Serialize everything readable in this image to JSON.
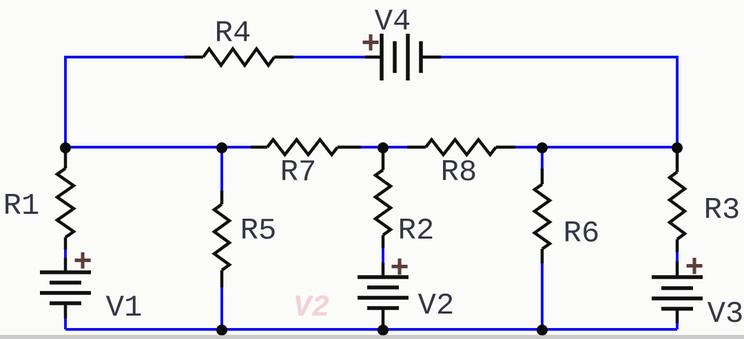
{
  "diagram": {
    "type": "circuit-schematic",
    "description": "Resistive network with four DC voltage sources, three horizontal rails and five vertical branches",
    "junction_dot_count": 8
  },
  "colors": {
    "bg": "#fbfbfa",
    "wire": "#1212ef",
    "component": "#101010",
    "junction": "#0a0a0a",
    "label": "#343643",
    "plus": "#5c3e3a",
    "watermark": "#eba9bd",
    "shadow": "#9a9a9a"
  },
  "labels": {
    "r1": "R1",
    "r2": "R2",
    "r3": "R3",
    "r4": "R4",
    "r5": "R5",
    "r6": "R6",
    "r7": "R7",
    "r8": "R8",
    "v1": "V1",
    "v2": "V2",
    "v3": "V3",
    "v4": "V4",
    "plus": "+",
    "watermark": "V2"
  },
  "components": {
    "resistors": [
      {
        "id": "R1",
        "label": "R1",
        "orientation": "vertical",
        "location": "left branch, in series with V1"
      },
      {
        "id": "R2",
        "label": "R2",
        "orientation": "vertical",
        "location": "center branch, in series with V2"
      },
      {
        "id": "R3",
        "label": "R3",
        "orientation": "vertical",
        "location": "right branch, in series with V3"
      },
      {
        "id": "R4",
        "label": "R4",
        "orientation": "horizontal",
        "location": "top rail, in series with V4"
      },
      {
        "id": "R5",
        "label": "R5",
        "orientation": "vertical",
        "location": "second branch"
      },
      {
        "id": "R6",
        "label": "R6",
        "orientation": "vertical",
        "location": "fourth branch"
      },
      {
        "id": "R7",
        "label": "R7",
        "orientation": "horizontal",
        "location": "middle rail between branch 2 and 3"
      },
      {
        "id": "R8",
        "label": "R8",
        "orientation": "horizontal",
        "location": "middle rail between branch 3 and 4"
      }
    ],
    "voltage_sources": [
      {
        "id": "V1",
        "label": "V1",
        "orientation": "vertical",
        "polarity_mark": "+",
        "location": "left branch bottom"
      },
      {
        "id": "V2",
        "label": "V2",
        "orientation": "vertical",
        "polarity_mark": "+",
        "location": "center branch bottom"
      },
      {
        "id": "V3",
        "label": "V3",
        "orientation": "vertical",
        "polarity_mark": "+",
        "location": "right branch bottom"
      },
      {
        "id": "V4",
        "label": "V4",
        "orientation": "horizontal",
        "polarity_mark": "+",
        "location": "top rail right of R4"
      }
    ]
  }
}
